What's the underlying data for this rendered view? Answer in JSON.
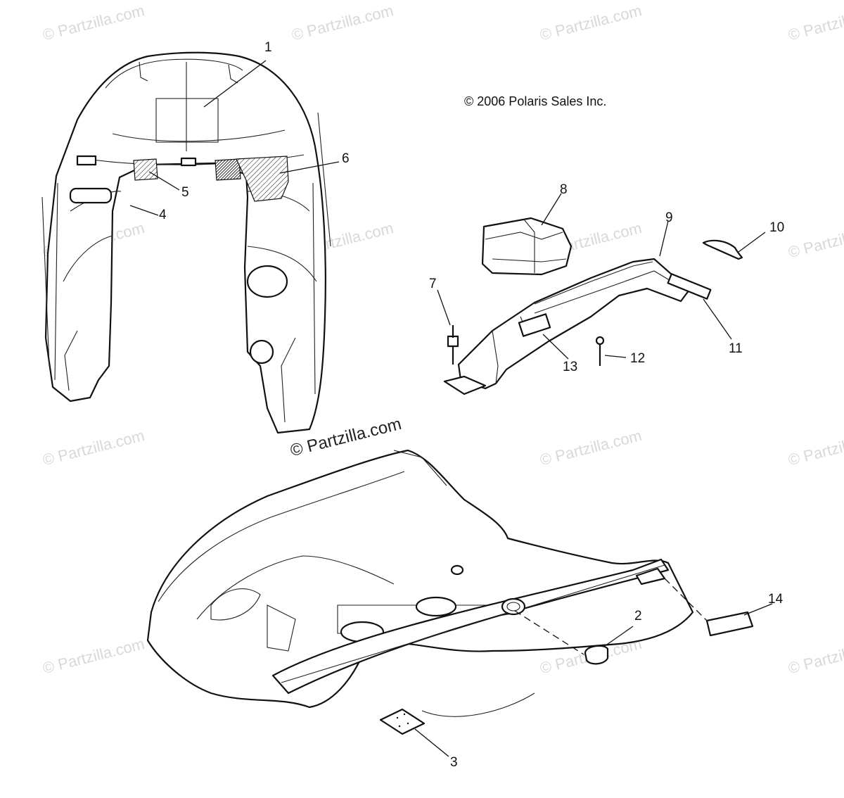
{
  "copyright": "© 2006 Polaris Sales Inc.",
  "watermark_main": "© Partzilla.com",
  "watermark_faint": "© Partzilla.com",
  "callouts": [
    {
      "id": "c1",
      "label": "1"
    },
    {
      "id": "c2",
      "label": "2"
    },
    {
      "id": "c3",
      "label": "3"
    },
    {
      "id": "c4",
      "label": "4"
    },
    {
      "id": "c5",
      "label": "5"
    },
    {
      "id": "c6",
      "label": "6"
    },
    {
      "id": "c7",
      "label": "7"
    },
    {
      "id": "c8",
      "label": "8"
    },
    {
      "id": "c9",
      "label": "9"
    },
    {
      "id": "c10",
      "label": "10"
    },
    {
      "id": "c11",
      "label": "11"
    },
    {
      "id": "c12",
      "label": "12"
    },
    {
      "id": "c13",
      "label": "13"
    },
    {
      "id": "c14",
      "label": "14"
    }
  ]
}
